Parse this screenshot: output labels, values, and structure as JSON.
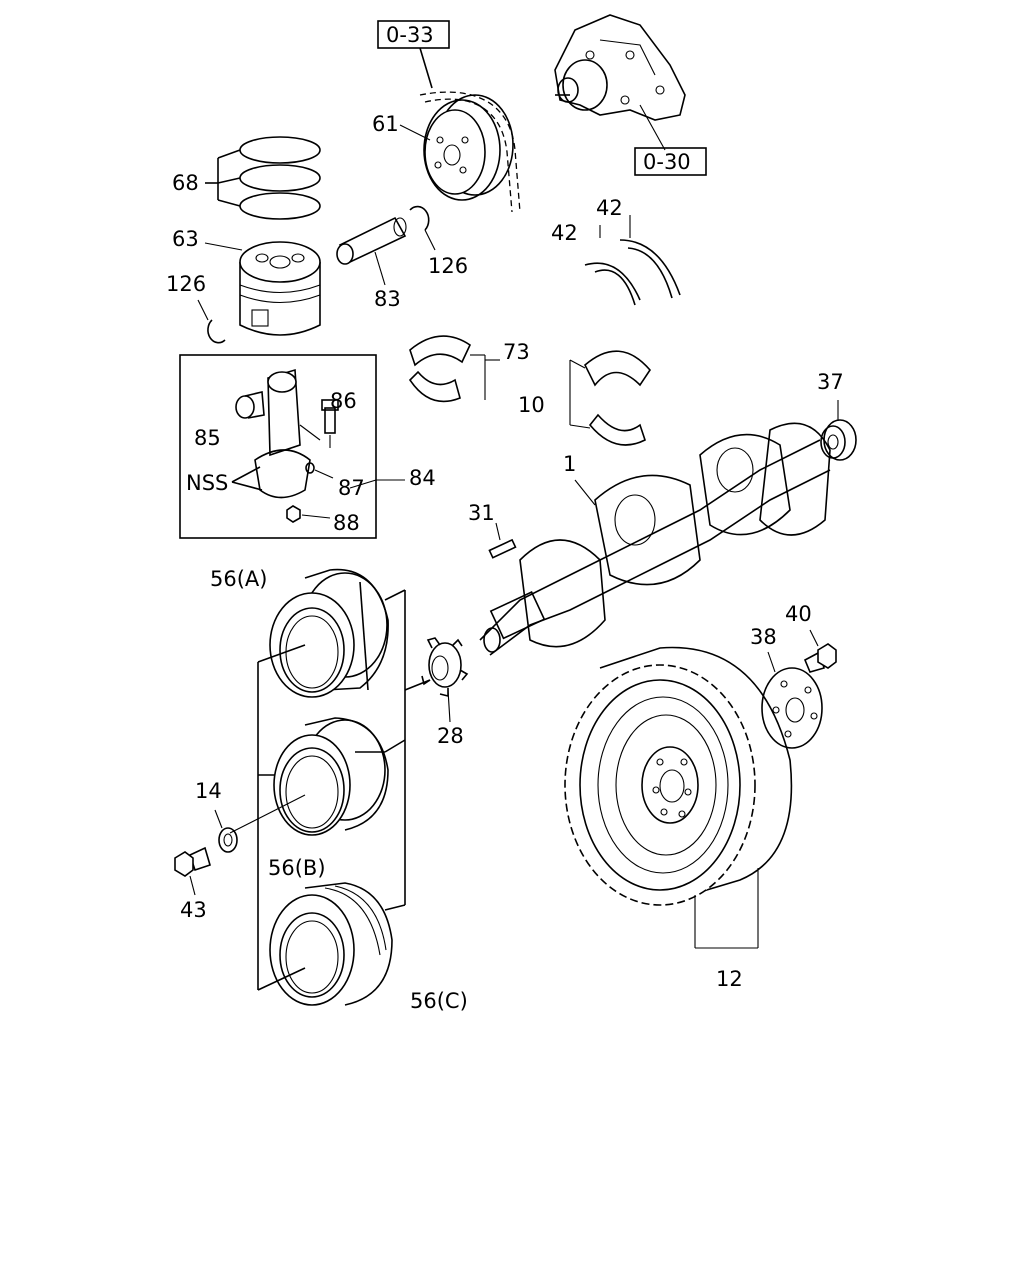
{
  "diagram": {
    "refs": {
      "r033": "0-33",
      "r030": "0-30"
    },
    "labels": {
      "l61": "61",
      "l68": "68",
      "l63": "63",
      "l126a": "126",
      "l126b": "126",
      "l83": "83",
      "l42a": "42",
      "l42b": "42",
      "l73": "73",
      "l10": "10",
      "l86": "86",
      "l85": "85",
      "lnss": "NSS",
      "l87": "87",
      "l84": "84",
      "l88": "88",
      "l37": "37",
      "l1": "1",
      "l31": "31",
      "l56a": "56(A)",
      "l28": "28",
      "l14": "14",
      "l56b": "56(B)",
      "l43": "43",
      "l56c": "56(C)",
      "l38": "38",
      "l40": "40",
      "l12": "12"
    }
  }
}
